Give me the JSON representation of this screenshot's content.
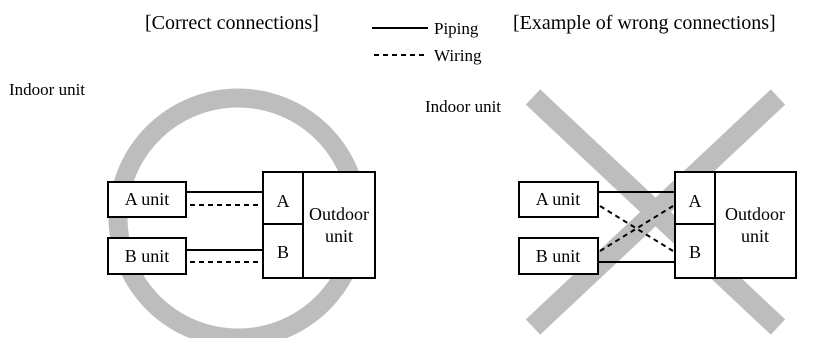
{
  "headings": {
    "correct": "[Correct connections]",
    "wrong": "[Example of wrong connections]"
  },
  "legend": {
    "piping": "Piping",
    "wiring": "Wiring"
  },
  "left_panel": {
    "indoor_label": "Indoor unit",
    "a_unit": "A unit",
    "b_unit": "B unit",
    "port_a": "A",
    "port_b": "B",
    "outdoor_line1": "Outdoor",
    "outdoor_line2": "unit"
  },
  "right_panel": {
    "indoor_label": "Indoor unit",
    "a_unit": "A unit",
    "b_unit": "B unit",
    "port_a": "A",
    "port_b": "B",
    "outdoor_line1": "Outdoor",
    "outdoor_line2": "unit"
  },
  "colors": {
    "mark_gray": "#bdbdbd",
    "line": "#000000"
  }
}
